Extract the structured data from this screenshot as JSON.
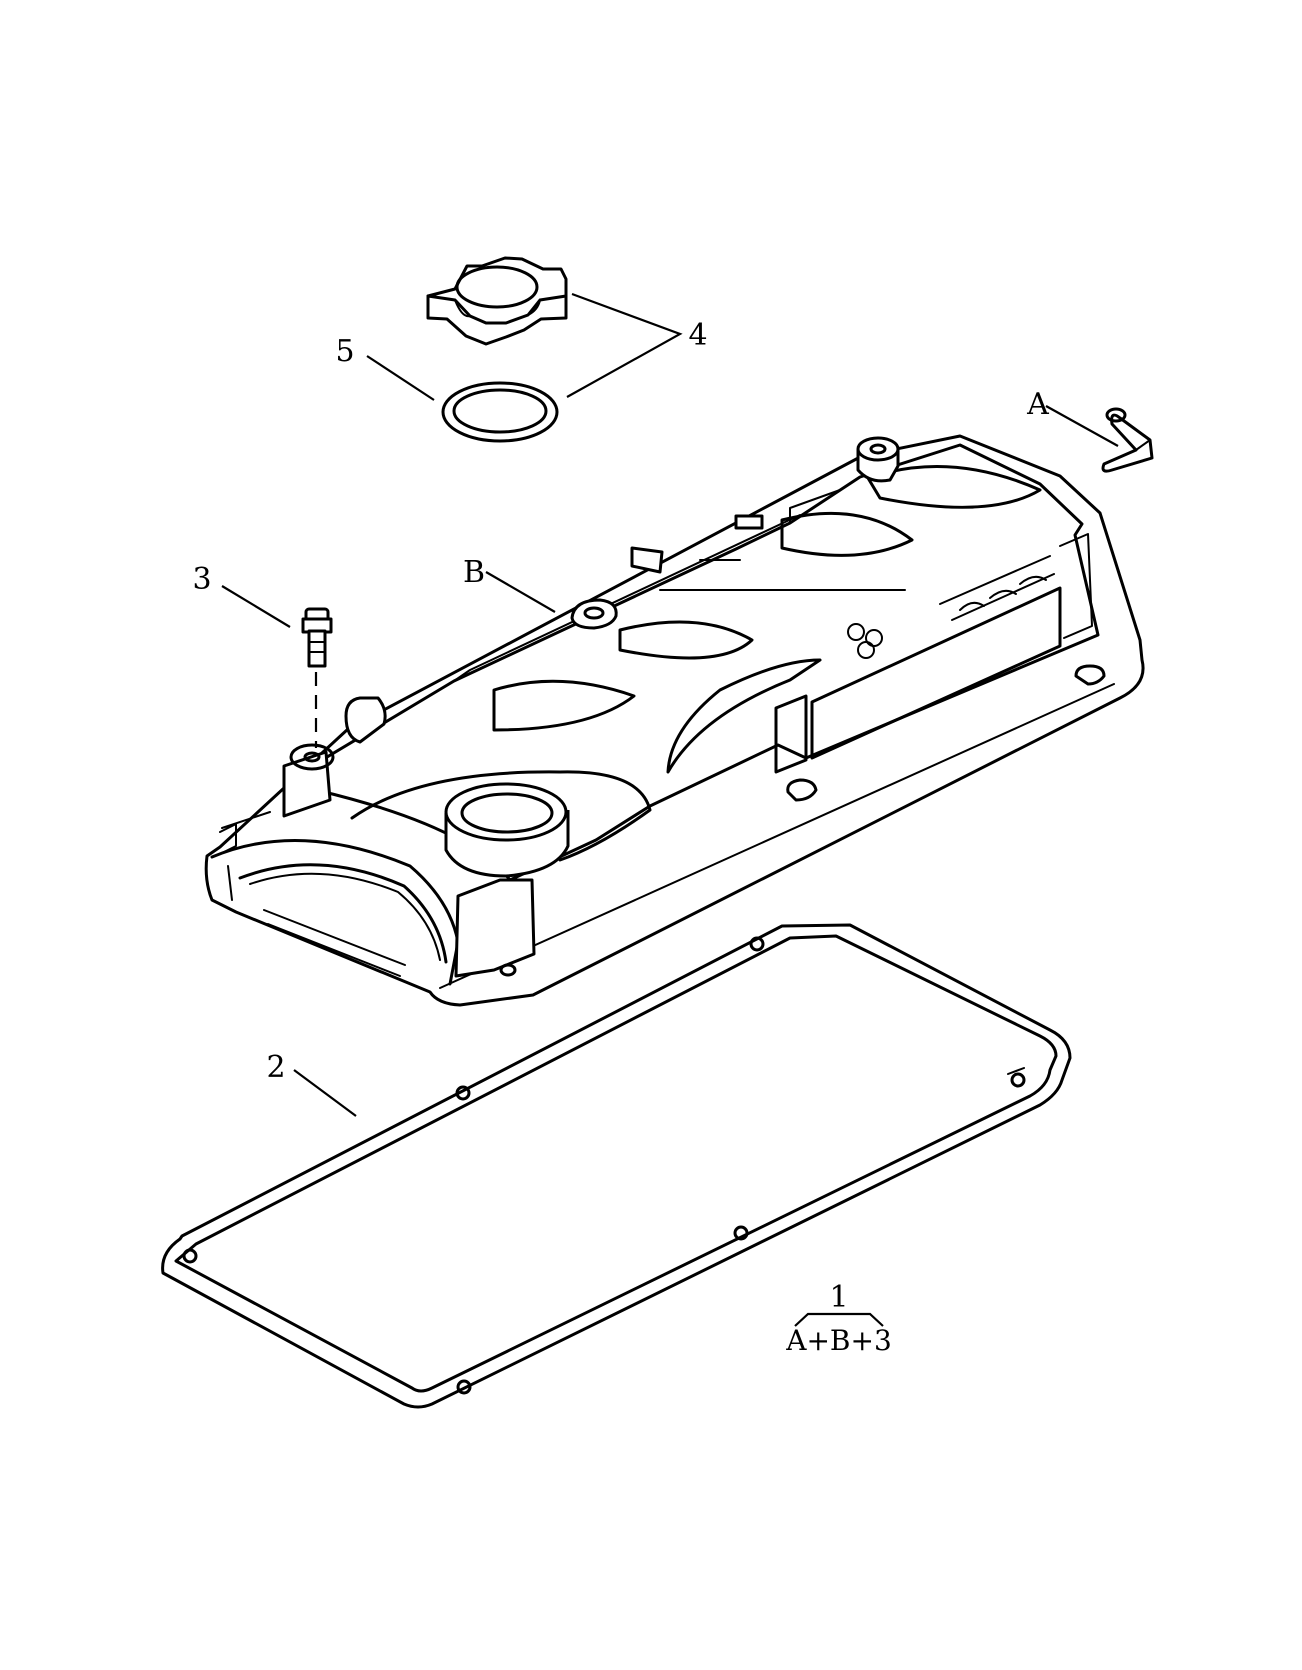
{
  "callouts": {
    "part_1": "1",
    "part_1_formula": "A+B+3",
    "part_2": "2",
    "part_3": "3",
    "part_4": "4",
    "part_5": "5",
    "detail_a": "A",
    "detail_b": "B"
  }
}
